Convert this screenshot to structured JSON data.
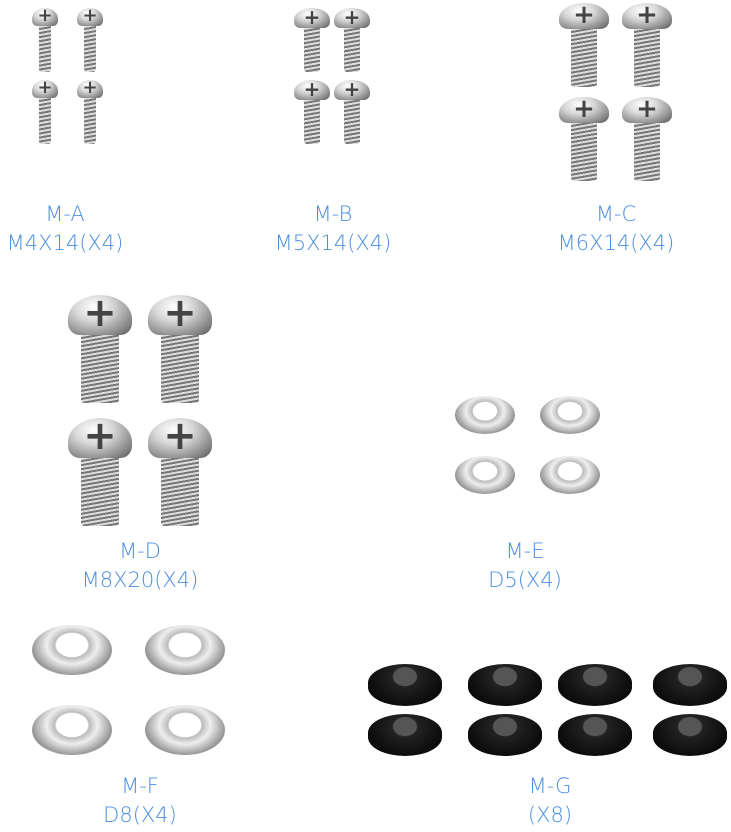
{
  "accent_color": "#4a8fe0",
  "parts": [
    {
      "code": "M-A",
      "spec": "M4X14(X4)",
      "type": "screw",
      "count": 4
    },
    {
      "code": "M-B",
      "spec": "M5X14(X4)",
      "type": "screw",
      "count": 4
    },
    {
      "code": "M-C",
      "spec": "M6X14(X4)",
      "type": "screw",
      "count": 4
    },
    {
      "code": "M-D",
      "spec": "M8X20(X4)",
      "type": "screw",
      "count": 4
    },
    {
      "code": "M-E",
      "spec": "D5(X4)",
      "type": "washer",
      "count": 4
    },
    {
      "code": "M-F",
      "spec": "D8(X4)",
      "type": "washer",
      "count": 4
    },
    {
      "code": "M-G",
      "spec": "(X8)",
      "type": "rubber-spacer",
      "count": 8
    }
  ]
}
